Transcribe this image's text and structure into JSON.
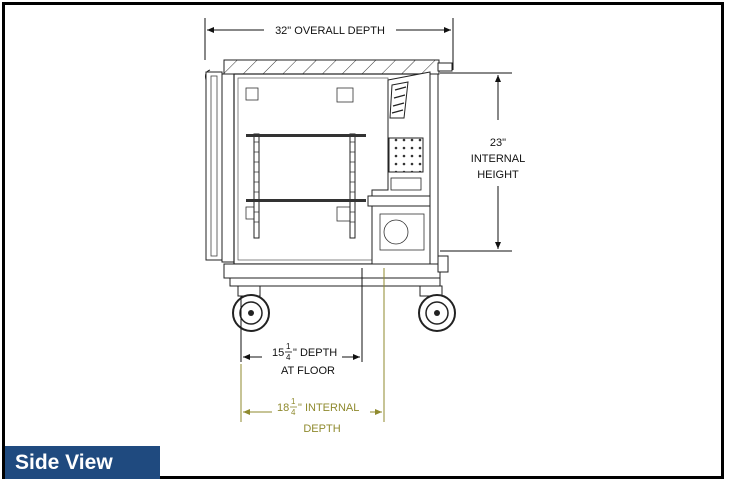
{
  "overall_depth": "32\" OVERALL DEPTH",
  "internal_height": {
    "value": "23\"",
    "line1": "INTERNAL",
    "line2": "HEIGHT"
  },
  "floor_depth": {
    "whole": "15",
    "num": "1",
    "den": "4",
    "suffix": "\" DEPTH",
    "line2": "AT FLOOR"
  },
  "internal_depth": {
    "whole": "18",
    "num": "1",
    "den": "4",
    "suffix": "\" INTERNAL",
    "line2": "DEPTH"
  },
  "view_label": "Side View",
  "colors": {
    "label_bg": "#1f4a7f",
    "olive_dim": "#8f8a2e"
  }
}
